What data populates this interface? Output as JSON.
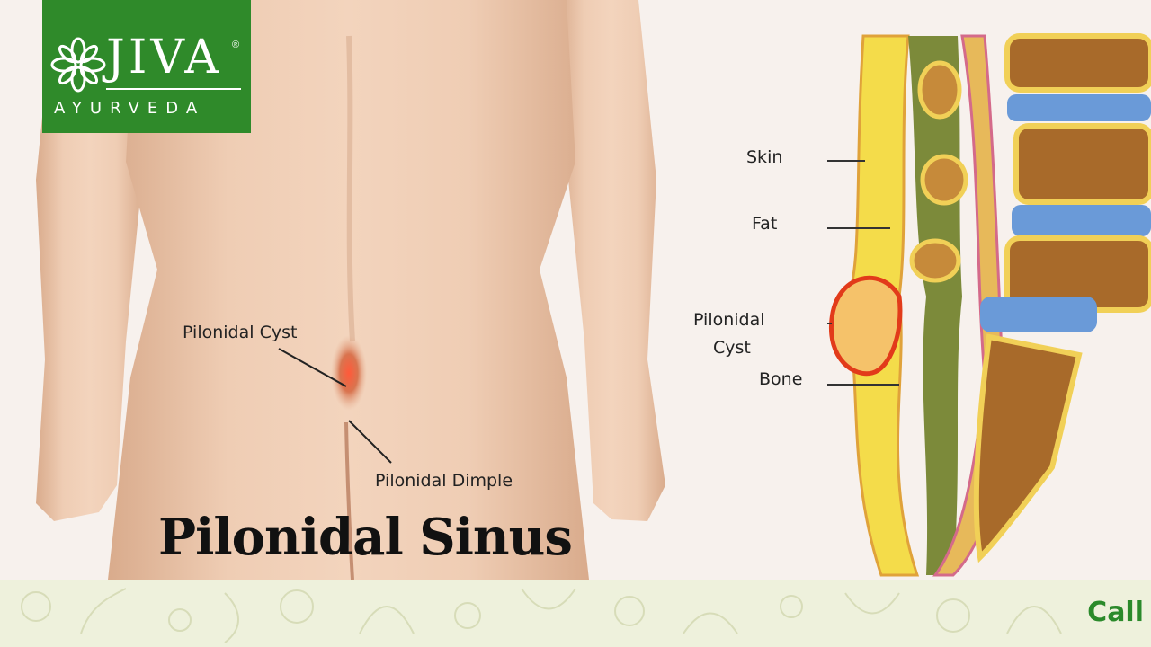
{
  "brand": {
    "name": "JIVA",
    "tagline": "AYURVEDA",
    "registered": "®"
  },
  "body_figure": {
    "labels": {
      "cyst": "Pilonidal Cyst",
      "dimple": "Pilonidal Dimple"
    }
  },
  "cross_section": {
    "labels": {
      "skin": "Skin",
      "fat": "Fat",
      "cyst_line1": "Pilonidal",
      "cyst_line2": "Cyst",
      "bone": "Bone"
    }
  },
  "title": "Pilonidal Sinus",
  "footer": {
    "call": "Call"
  },
  "colors": {
    "brand_green": "#2f8a2a",
    "skin": "#e9c3a6",
    "fat_yellow": "#f2d640",
    "disc_blue": "#6a9ad8",
    "bone_brown": "#a86a2a",
    "strip": "#eef1dc"
  }
}
